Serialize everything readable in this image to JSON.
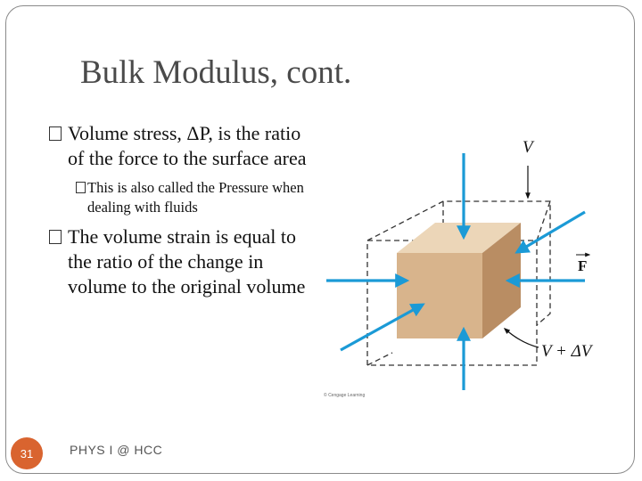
{
  "slide": {
    "title": "Bulk Modulus, cont.",
    "bullets": [
      {
        "text": "Volume stress, ΔP, is the ratio of the force to the surface area"
      },
      {
        "text": "This is also called the Pressure when dealing with fluids"
      },
      {
        "text": "The volume strain is equal to the ratio of the change in volume to the original volume"
      }
    ],
    "page_number": "31",
    "footer": "PHYS I @ HCC"
  },
  "figure": {
    "label_v": "V",
    "label_force": "F",
    "label_v_dv": "V + ΔV",
    "copyright": "© Cengage Learning",
    "colors": {
      "cube_front": "#d8b48c",
      "cube_top": "#ecd6b8",
      "cube_side": "#b98d63",
      "arrow": "#1b9ad6"
    }
  }
}
